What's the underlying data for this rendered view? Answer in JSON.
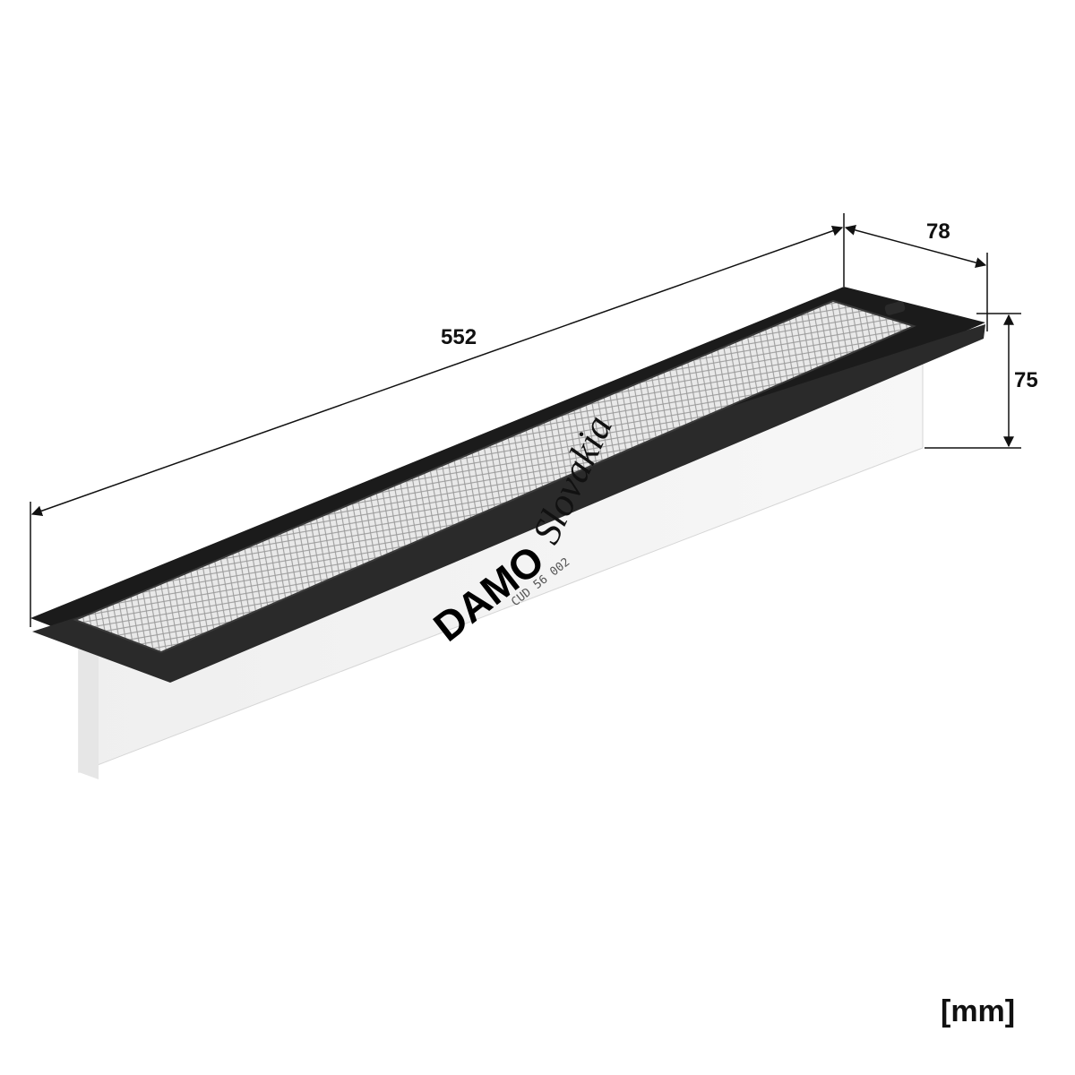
{
  "dimensions": {
    "length": "552",
    "width": "78",
    "height": "75",
    "unit": "[mm]"
  },
  "watermark": {
    "brand": "DAMO",
    "region": "Slovakia"
  },
  "filter_label": "CUD 56 002"
}
